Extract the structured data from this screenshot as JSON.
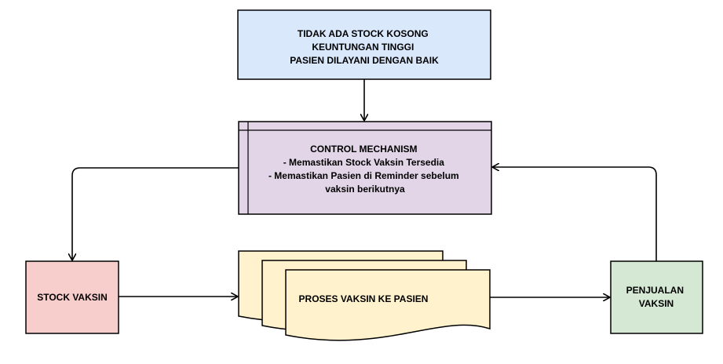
{
  "nodes": {
    "goal": {
      "lines": [
        "TIDAK ADA STOCK KOSONG",
        "KEUNTUNGAN TINGGI",
        "PASIEN DILAYANI DENGAN BAIK"
      ],
      "fill": "#dae8fc"
    },
    "control": {
      "lines": [
        "CONTROL MECHANISM",
        "- Memastikan Stock Vaksin Tersedia",
        "- Memastikan Pasien di Reminder sebelum",
        "vaksin berikutnya"
      ],
      "fill": "#e1d5e7"
    },
    "stock": {
      "label": "STOCK VAKSIN",
      "fill": "#f8cecc"
    },
    "process": {
      "label": "PROSES VAKSIN KE PASIEN",
      "fill": "#fff2cc"
    },
    "sales": {
      "lines": [
        "PENJUALAN",
        "VAKSIN"
      ],
      "fill": "#d5e8d4"
    }
  },
  "colors": {
    "stroke": "#000000",
    "edge": "#000000"
  }
}
